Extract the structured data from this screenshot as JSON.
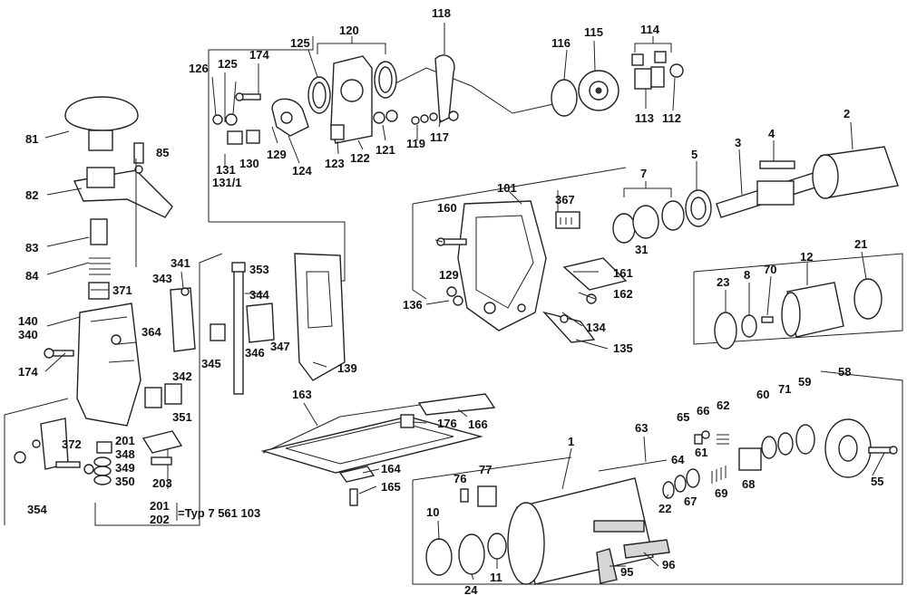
{
  "labels": {
    "l1": "1",
    "l2": "2",
    "l3": "3",
    "l4": "4",
    "l5": "5",
    "l7": "7",
    "l8": "8",
    "l10": "10",
    "l11": "11",
    "l12": "12",
    "l21": "21",
    "l22": "22",
    "l23": "23",
    "l24": "24",
    "l31": "31",
    "l55": "55",
    "l58": "58",
    "l59": "59",
    "l60": "60",
    "l61": "61",
    "l62": "62",
    "l63": "63",
    "l64": "64",
    "l65": "65",
    "l66": "66",
    "l67": "67",
    "l68": "68",
    "l69": "69",
    "l70": "70",
    "l71": "71",
    "l76": "76",
    "l77": "77",
    "l81": "81",
    "l82": "82",
    "l83": "83",
    "l84": "84",
    "l85": "85",
    "l95": "95",
    "l96": "96",
    "l101": "101",
    "l112": "112",
    "l113": "113",
    "l114": "114",
    "l115": "115",
    "l116": "116",
    "l117": "117",
    "l118": "118",
    "l119": "119",
    "l120": "120",
    "l121": "121",
    "l122": "122",
    "l123": "123",
    "l124": "124",
    "l125a": "125",
    "l125b": "125",
    "l126": "126",
    "l129a": "129",
    "l129b": "129",
    "l130": "130",
    "l131": "131",
    "l1311": "131/1",
    "l134": "134",
    "l135": "135",
    "l136": "136",
    "l139": "139",
    "l140": "140",
    "l160": "160",
    "l161": "161",
    "l162": "162",
    "l163": "163",
    "l164": "164",
    "l165": "165",
    "l166": "166",
    "l174a": "174",
    "l174b": "174",
    "l176": "176",
    "l201": "201",
    "l203": "203",
    "l340": "340",
    "l341": "341",
    "l342": "342",
    "l343": "343",
    "l344": "344",
    "l345": "345",
    "l346": "346",
    "l347": "347",
    "l348": "348",
    "l349": "349",
    "l350": "350",
    "l351": "351",
    "l353": "353",
    "l354": "354",
    "l364": "364",
    "l367": "367",
    "l371": "371",
    "l372": "372"
  },
  "footnote": {
    "range_top": "201",
    "range_bottom": "202",
    "type_text": "=Typ 7 561 103"
  }
}
